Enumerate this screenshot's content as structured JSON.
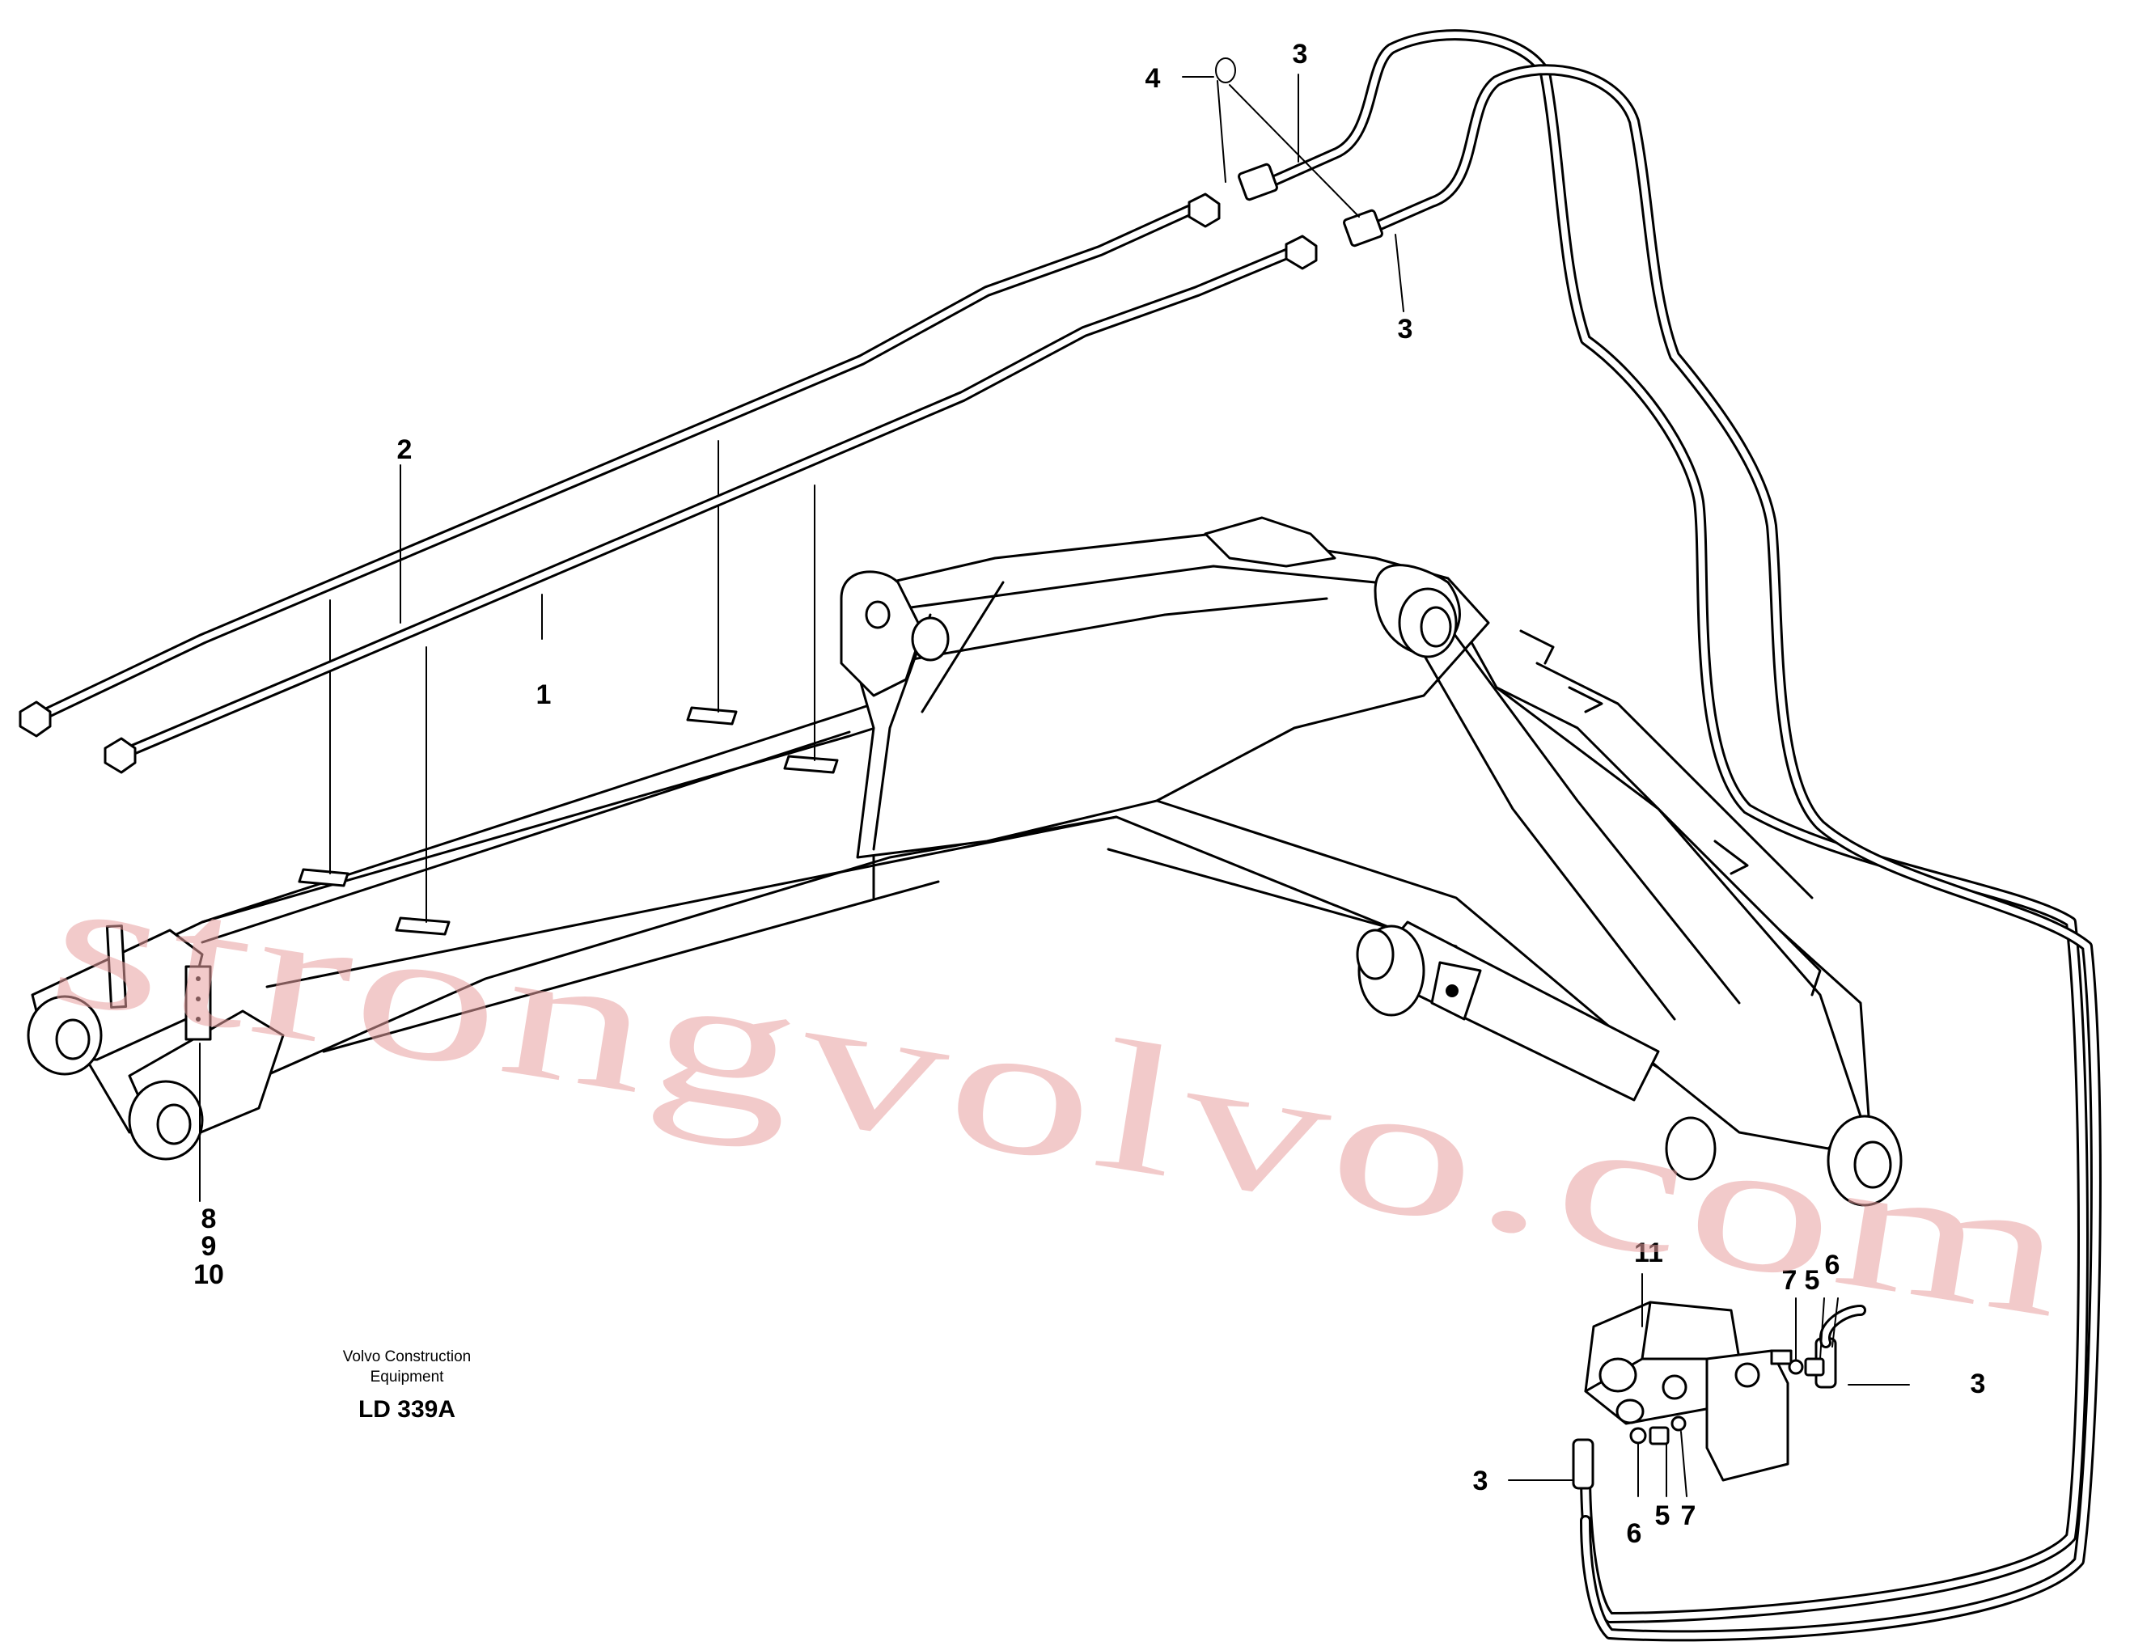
{
  "callouts": {
    "c1": "1",
    "c2": "2",
    "c3a": "3",
    "c3b": "3",
    "c3c": "3",
    "c3d": "3",
    "c4": "4",
    "c5a": "5",
    "c5b": "5",
    "c6a": "6",
    "c6b": "6",
    "c7a": "7",
    "c7b": "7",
    "c8": "8",
    "c9": "9",
    "c10": "10",
    "c11": "11"
  },
  "caption": {
    "line1": "Volvo Construction",
    "line2": "Equipment",
    "code": "LD 339A"
  },
  "watermark": "strongvolvo.com"
}
